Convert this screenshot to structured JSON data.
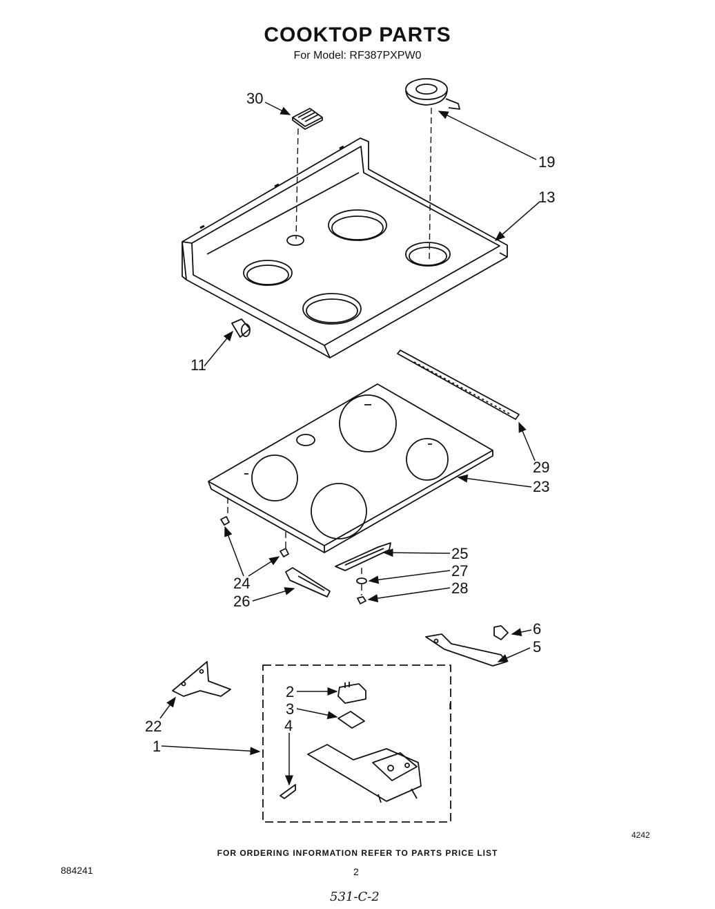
{
  "title": "COOKTOP PARTS",
  "subtitle": "For Model: RF387PXPW0",
  "footer": "FOR ORDERING INFORMATION REFER TO PARTS PRICE LIST",
  "doc_number": "884241",
  "page_number": "2",
  "figure_code": "4242",
  "handwritten_code": "531-C-2",
  "callouts": {
    "p30": "30",
    "p19": "19",
    "p13": "13",
    "p11": "11",
    "p29": "29",
    "p23": "23",
    "p25": "25",
    "p24": "24",
    "p27": "27",
    "p28": "28",
    "p26": "26",
    "p6": "6",
    "p5": "5",
    "p2": "2",
    "p3": "3",
    "p4": "4",
    "p22": "22",
    "p1": "1"
  }
}
